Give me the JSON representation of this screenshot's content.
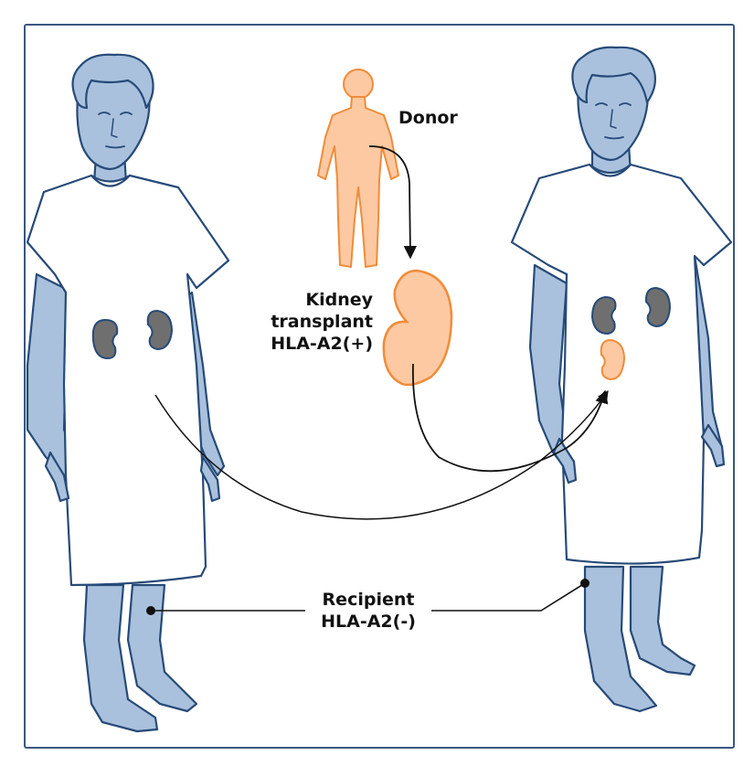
{
  "labels": {
    "donor": "Donor",
    "transplant": [
      "Kidney",
      "transplant",
      "HLA-A2(+)"
    ],
    "recipient": [
      "Recipient",
      "HLA-A2(-)"
    ]
  },
  "colors": {
    "frame": "#3a5680",
    "skin": "#a9c1dd",
    "skin_outline": "#274a78",
    "gown": "#ffffff",
    "native_kidney": "#6f6f6f",
    "donor_fill": "#fcc9a2",
    "donor_outline": "#f08c3a"
  }
}
